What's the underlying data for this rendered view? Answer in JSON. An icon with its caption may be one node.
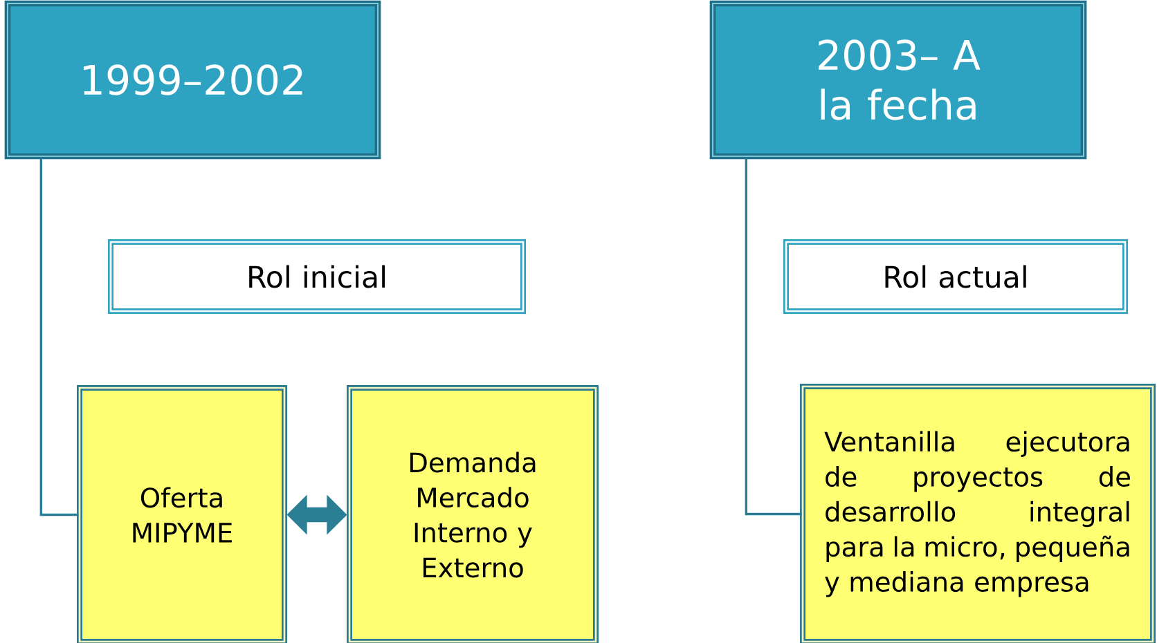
{
  "diagram": {
    "nodes": [
      {
        "text": [
          "1999–2002"
        ]
      },
      {
        "text": [
          "2003– A la fecha"
        ]
      },
      {
        "text": [
          "Rol inicial"
        ]
      },
      {
        "text": [
          "Rol actual"
        ]
      },
      {
        "text": [
          "Oferta MIPYME"
        ]
      },
      {
        "text": [
          "Demanda Mercado Interno y Externo"
        ]
      },
      {
        "text": [
          "Ventanilla ejecutora de proyectos de desarrollo integral para la micro, pequeña y mediana empresa"
        ]
      }
    ],
    "edges": [
      {
        "from": 0,
        "to": 4,
        "arrow": "none"
      },
      {
        "from": 4,
        "to": 5,
        "arrow": "both",
        "style": "thick"
      },
      {
        "from": 1,
        "to": 6,
        "arrow": "none"
      }
    ]
  }
}
